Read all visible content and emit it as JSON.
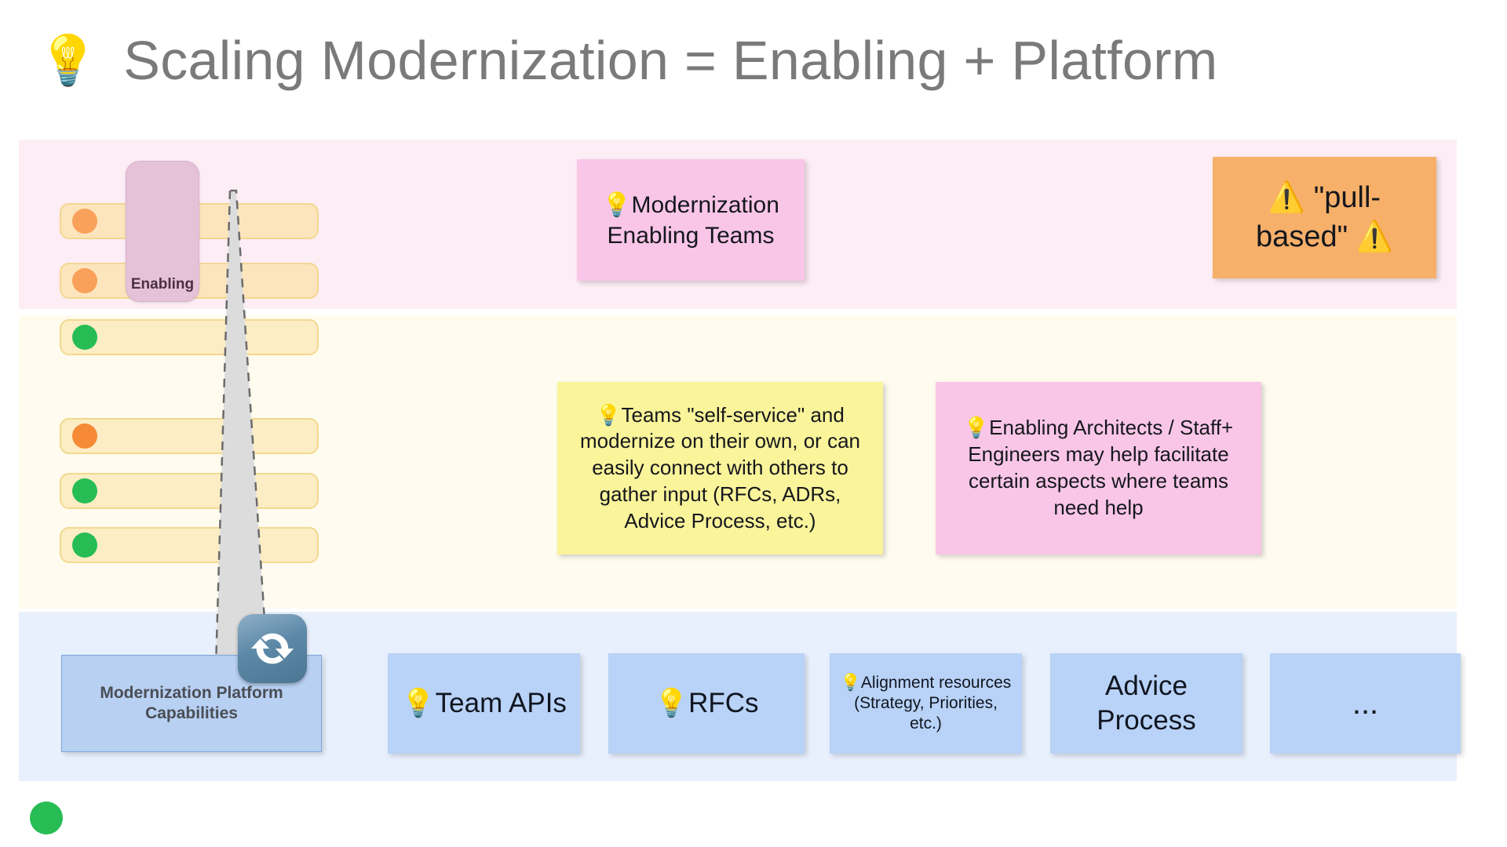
{
  "slide": {
    "title": "Scaling Modernization = Enabling + Platform",
    "title_icon": "lightbulb-icon",
    "title_color": "#7a7a7a"
  },
  "bands": {
    "enabling": {
      "name": "enabling-band",
      "color": "#fdeef5"
    },
    "stream_aligned": {
      "name": "stream-aligned-band",
      "color": "#fffbee"
    },
    "platform": {
      "name": "platform-band",
      "color": "#e8f0fd"
    }
  },
  "enabling_overlay": {
    "label": "Enabling",
    "color": "#e5c2d8"
  },
  "teams": {
    "enabling_rows": [
      {
        "status": "orange",
        "color": "#f9a15a"
      },
      {
        "status": "orange",
        "color": "#f9a15a"
      }
    ],
    "stream_rows": [
      {
        "status": "green",
        "color": "#27bd54"
      },
      {
        "status": "orange",
        "color": "#f68a36"
      },
      {
        "status": "green",
        "color": "#27bd54"
      },
      {
        "status": "green",
        "color": "#27bd54"
      }
    ],
    "legend_dot": {
      "status": "green",
      "color": "#27bd54"
    }
  },
  "notes": {
    "enabling_teams": {
      "text": "💡Modernization Enabling Teams",
      "color": "#f9c6e8"
    },
    "pull_based": {
      "text": "⚠️ \"pull-based\" ⚠️",
      "color": "#f7b06a"
    },
    "self_service": {
      "text": "💡Teams \"self-service\" and modernize on their own, or can easily connect with others to gather input (RFCs, ADRs, Advice Process, etc.)",
      "color": "#faf49b"
    },
    "architects": {
      "text": "💡Enabling Architects / Staff+ Engineers may  help facilitate certain aspects where teams need help",
      "color": "#f9c6e8"
    }
  },
  "platform": {
    "main_capability": "Modernization Platform Capabilities",
    "sync_icon": "refresh-sync-icon",
    "capabilities": [
      {
        "label": "💡Team APIs"
      },
      {
        "label": "💡RFCs"
      },
      {
        "label": "💡Alignment resources (Strategy, Priorities, etc.)"
      },
      {
        "label": "Advice Process"
      },
      {
        "label": "..."
      }
    ],
    "box_color": "#b9d2f7"
  },
  "funnel": {
    "name": "dashed-funnel-shape",
    "fill": "#dcdcdc",
    "stroke": "#6b6b6b"
  }
}
